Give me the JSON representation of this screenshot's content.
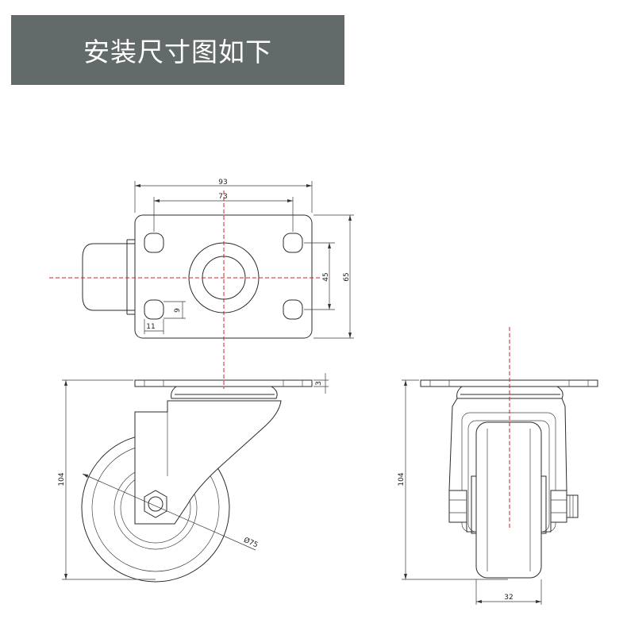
{
  "banner": {
    "title": "安装尺寸图如下"
  },
  "dimensions": {
    "plate_width": "93",
    "hole_spacing_x": "73",
    "hole_spacing_y": "45",
    "plate_height": "65",
    "slot_height": "9",
    "slot_width": "11",
    "plate_thickness": "3",
    "side_height": "104",
    "wheel_diameter": "Ø75",
    "front_height": "104",
    "wheel_width": "32"
  },
  "colors": {
    "banner_bg": "#626b69",
    "centerline": "#c8262e",
    "line": "#2b2b2b"
  }
}
